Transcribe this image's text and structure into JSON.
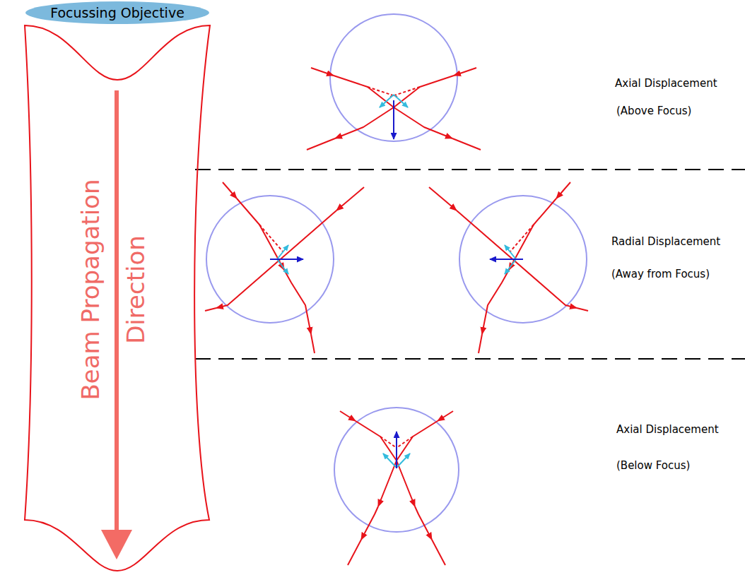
{
  "diagram": {
    "nodes": [
      {
        "text": [
          "Focussing Objective"
        ]
      },
      {
        "text": [
          "Beam Propagation Direction"
        ]
      }
    ],
    "labels": [
      "Axial Displacement",
      "(Above Focus)",
      "Radial Displacement",
      "(Away from Focus)",
      "Axial Displacement",
      "(Below Focus)"
    ]
  }
}
